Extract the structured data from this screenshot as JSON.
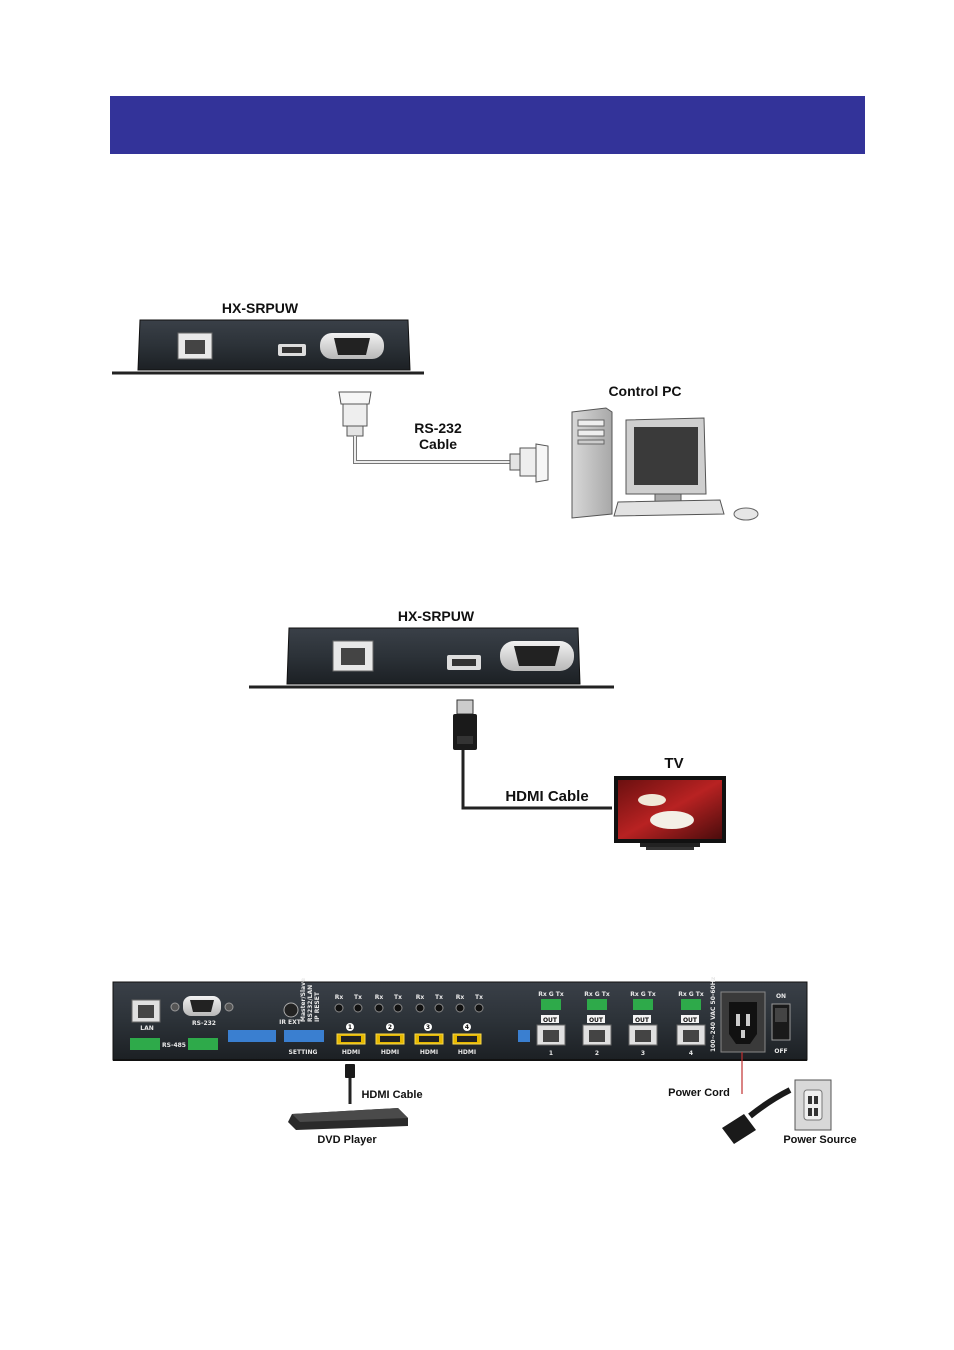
{
  "header": {
    "banner_color": "#333399"
  },
  "diagram1": {
    "device_label": "HX-SRPUW",
    "pc_label": "Control PC",
    "cable_label_line1": "RS-232",
    "cable_label_line2": "Cable"
  },
  "diagram2": {
    "device_label": "HX-SRPUW",
    "tv_label": "TV",
    "cable_label": "HDMI Cable"
  },
  "diagram3": {
    "port_lan": "LAN",
    "port_rs232": "RS-232",
    "port_rs485": "RS-485",
    "ir_ext": "IR EXT",
    "setting": "SETTING",
    "dip_labels": [
      "Master/Slave",
      "RS232/LAN",
      "IP RESET"
    ],
    "rx_tx_pairs": [
      "Rx",
      "Tx",
      "Rx",
      "Tx",
      "Rx",
      "Tx",
      "Rx",
      "Tx"
    ],
    "hdmi_inputs": [
      {
        "num": "1",
        "label": "HDMI"
      },
      {
        "num": "2",
        "label": "HDMI"
      },
      {
        "num": "3",
        "label": "HDMI"
      },
      {
        "num": "4",
        "label": "HDMI"
      }
    ],
    "outputs": [
      {
        "terminal": "Rx G Tx",
        "out": "OUT",
        "num": "1"
      },
      {
        "terminal": "Rx G Tx",
        "out": "OUT",
        "num": "2"
      },
      {
        "terminal": "Rx G Tx",
        "out": "OUT",
        "num": "3"
      },
      {
        "terminal": "Rx G Tx",
        "out": "OUT",
        "num": "4"
      }
    ],
    "power_rating": "100~240 VAC 50-60Hz",
    "switch_on": "ON",
    "switch_off": "OFF",
    "hdmi_cable_label": "HDMI Cable",
    "dvd_label": "DVD Player",
    "power_cord_label": "Power Cord",
    "power_source_label": "Power Source"
  }
}
